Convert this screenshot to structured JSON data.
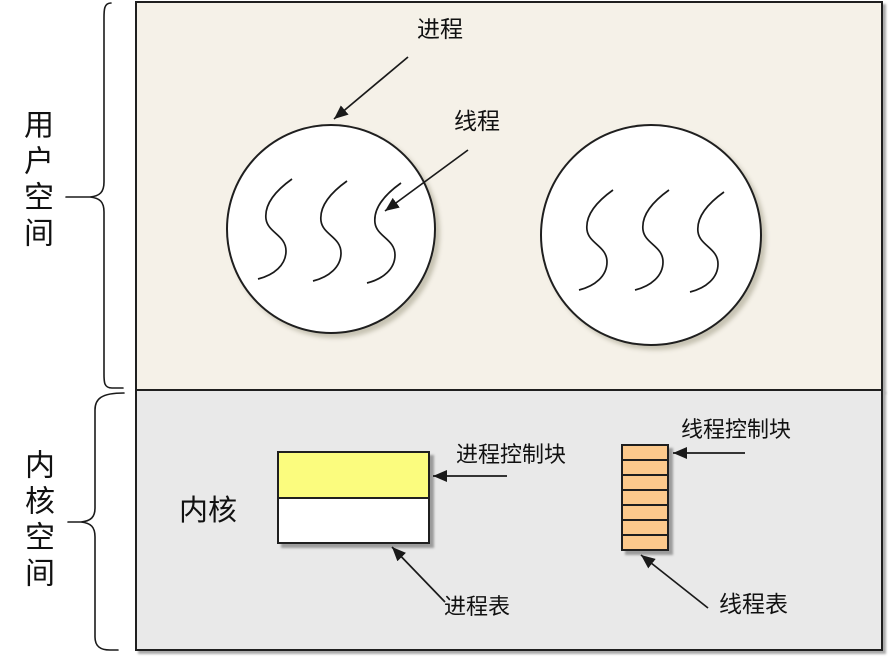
{
  "diagram": {
    "title_hint": "processes-and-threads-os-diagram",
    "user_space": {
      "label": "用户空间",
      "fill": "#f5f1e8"
    },
    "kernel_space": {
      "label": "内核空间",
      "fill": "#e9e9e9"
    },
    "process": {
      "label": "进程",
      "shape": "circle",
      "fill": "#ffffff"
    },
    "thread": {
      "label": "线程",
      "shape": "squiggle-line"
    },
    "kernel": {
      "label": "内核"
    },
    "process_control_block": {
      "label": "进程控制块",
      "fill": "#fbfc7e"
    },
    "process_table": {
      "label": "进程表",
      "fill": "#ffffff"
    },
    "thread_control_block": {
      "label": "线程控制块",
      "fill": "#fcc98c"
    },
    "thread_table": {
      "label": "线程表"
    },
    "counts": {
      "process_circles": 2,
      "threads_per_process": 3,
      "thread_table_rows": 7
    },
    "stroke_color": "#1f1f1f"
  }
}
